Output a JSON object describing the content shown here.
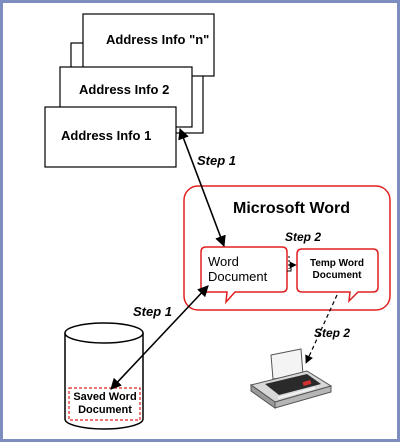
{
  "address_cards": [
    {
      "label": "Address Info \"n\""
    },
    {
      "label": "Address Info 2"
    },
    {
      "label": "Address Info 1"
    }
  ],
  "microsoft_word": {
    "title": "Microsoft Word",
    "word_document": {
      "line1": "Word",
      "line2": "Document"
    },
    "temp_document": {
      "line1": "Temp Word",
      "line2": "Document"
    }
  },
  "saved_document": {
    "line1": "Saved Word",
    "line2": "Document"
  },
  "steps": {
    "address_to_word": "Step 1",
    "word_to_temp": "Step 2",
    "saved_to_word": "Step 1",
    "temp_to_printer": "Step 2"
  },
  "colors": {
    "frame_border": "#7d8dbf",
    "word_border": "#e02020",
    "saved_dashed": "#e02020",
    "lines": "#000000"
  },
  "icons": {
    "printer": "printer-icon",
    "database": "database-cylinder"
  }
}
